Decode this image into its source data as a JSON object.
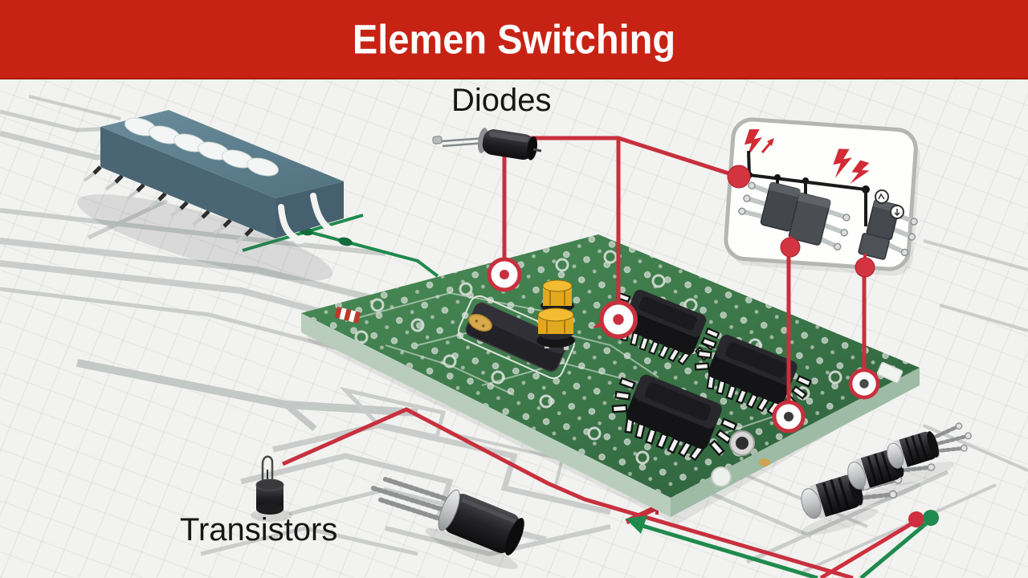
{
  "banner": {
    "title": "Elemen Switching",
    "background_color": "#c72314",
    "text_color": "#ffffff"
  },
  "labels": {
    "diodes": "Diodes",
    "transistors": "Transistors"
  },
  "palette": {
    "scene_background": "#f2f2f0",
    "grid_line": "#b9bcba",
    "gray_trace": "#c6c9c7",
    "green_trace": "#1f8a4d",
    "green_dot": "#156b3b",
    "red_trace": "#c8303d",
    "node_red": "#d23440",
    "pcb_top": "#3e7d4b",
    "pcb_edge": "#aec7b4",
    "dip_switch_body": "#5e8191",
    "component_black": "#1c1c1e",
    "capacitor_yellow": "#e8ad22",
    "panel_fill": "#fefefd",
    "panel_border": "#b5b5b3"
  },
  "components": {
    "dip_switch_module": {
      "buttons": 6,
      "white_leads": 2
    },
    "diode": {
      "count": 1
    },
    "circuit_board": {
      "ic_chips": 3,
      "capacitors": 2,
      "pin_markers": 4
    },
    "breakout_panel": {
      "lightning_icons": 3,
      "smd_packages": 3,
      "red_nodes": 3
    },
    "transistors": {
      "standing": 1,
      "lying": 1,
      "bottom_right_group": 3
    }
  }
}
